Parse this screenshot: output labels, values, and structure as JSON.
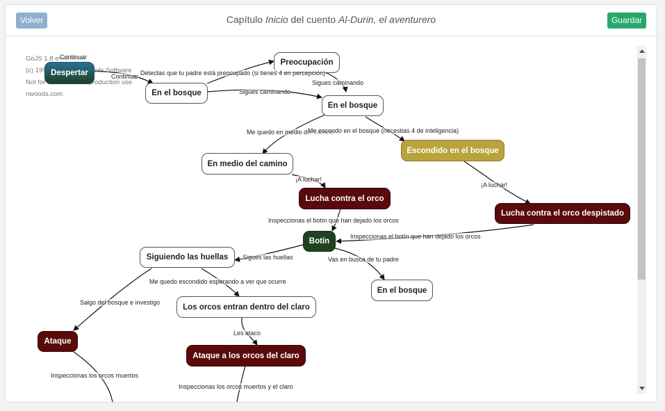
{
  "header": {
    "back_label": "Volver",
    "save_label": "Guardar",
    "title_prefix": "Capítulo",
    "chapter": "Inicio",
    "title_middle": "del cuento",
    "story": "Al-Durin, el aventurero"
  },
  "watermark": {
    "line1": "GoJS 1.8 evaluation",
    "line2": "(c) 1998-2017 Northwoods Software",
    "line3": "Not for distribution or production use",
    "line4": "nwoods.com"
  },
  "nodes": {
    "despertar": "Despertar",
    "preocupacion": "Preocupación",
    "bosque1": "En el bosque",
    "bosque2": "En el bosque",
    "escondido": "Escondido en el bosque",
    "medio": "En medio del camino",
    "lucha1": "Lucha contra el orco",
    "lucha2": "Lucha contra el orco despistado",
    "botin": "Botín",
    "huellas": "Siguiendo las huellas",
    "bosque3": "En el bosque",
    "orcos_claro": "Los orcos entran dentro del claro",
    "ataque": "Ataque",
    "ataque_claro": "Ataque a los orcos del claro"
  },
  "edges": {
    "continuar1": "Continuar",
    "continuar2": "Continuar",
    "detectas": "Detectas que tu padre está preocupado (si tienes 4 en percepción)",
    "sigues1": "Sigues caminando",
    "sigues2": "Sigues caminando",
    "medio": "Me quedo en medio del camino",
    "escondo": "Me escondo en el bosque (necesitas 4 de inteligencia)",
    "luchar1": "¡A luchar!",
    "luchar2": "¡A luchar!",
    "botin1": "Inspeccionas el botín que han dejado los orcos",
    "botin2": "Inspeccionas el botín que han dejado los orcos",
    "huellas": "Sigues las huellas",
    "padre": "Vas en busca de tu padre",
    "escondido_ver": "Me quedo escondido esperando a ver que ocurre",
    "salgo": "Salgo del bosque e investigo",
    "ataco": "Les ataco",
    "muertos": "Inspeccionas los orcos muertos",
    "muertos_claro": "Inspeccionas los orcos muertos y el claro"
  },
  "colors": {
    "node_red": "#5a0a0a",
    "node_green": "#1f4220",
    "node_olive": "#b9a33a",
    "node_blue": "#2a6f98",
    "save_button": "#28a86b",
    "back_button": "#8fb0cf"
  }
}
